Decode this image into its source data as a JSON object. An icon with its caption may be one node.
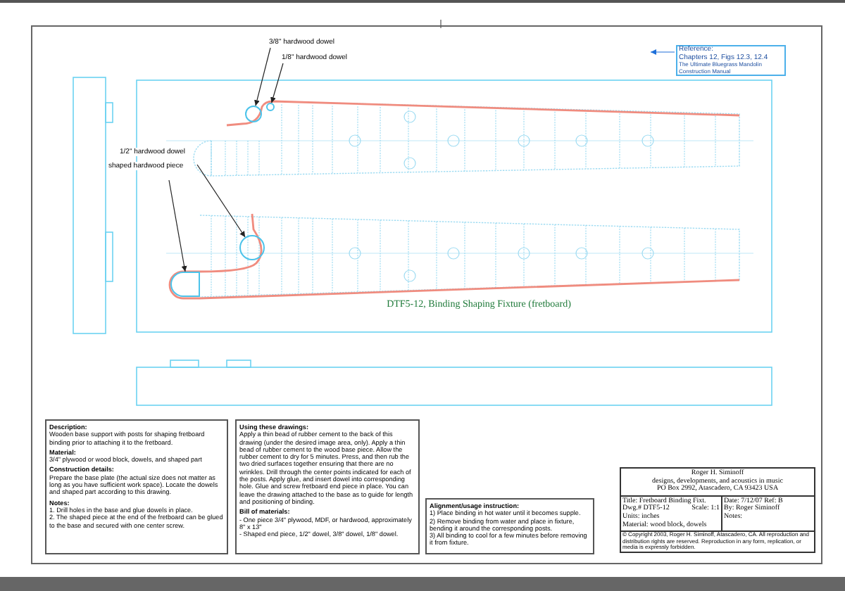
{
  "diagram": {
    "nodes": [
      {
        "text": [
          "3/8\" hardwood dowel"
        ]
      },
      {
        "text": [
          "1/8\" hardwood dowel"
        ]
      },
      {
        "text": [
          "1/2\" hardwood dowel"
        ]
      },
      {
        "text": [
          "shaped hardwood piece"
        ]
      },
      {
        "text": [],
        "shape": "circle"
      },
      {
        "text": [],
        "shape": "circle"
      },
      {
        "text": [],
        "shape": "circle"
      },
      {
        "text": [],
        "shape": "box"
      },
      {
        "text": [
          "Reference:",
          "Chapters 12, Figs 12.3, 12.4",
          "The Ultimate Bluegrass Mandolin Construction Manual"
        ]
      },
      {
        "text": [
          "Description:",
          "Wooden base support with posts for shaping fretboard binding prior to attaching it to the fretboard.",
          "Material:",
          "3/4\" plywood or wood block, dowels, and shaped part",
          "Construction details:",
          "Prepare the base plate (the actual size does not matter as long as you have sufficient work space). Locate the dowels and shaped part according to this drawing.",
          "Notes:",
          "1. Drill holes in the base and glue dowels in place.",
          "2. The shaped piece at the end of the fretboard can be glued to the base and secured with one center screw."
        ]
      },
      {
        "text": [
          "Using these drawings:",
          "Apply a thin bead of rubber cement to the back of this drawing (under the desired image area, only). Apply a thin bead of rubber cement to the wood base piece. Allow the rubber cement to dry for 5 minutes. Press, and then rub the two dried surfaces together ensuring that there are no wrinkles. Drill through the center points indicated for each of the posts. Apply glue, and insert dowel into corresponding hole. Glue and screw fretboard end piece in place. You can leave the drawing attached to the base as to guide for length and positioning of binding.",
          "Bill of materials:",
          "- One piece 3/4\" plywood, MDF, or hardwood, approximately 8\" x 13\"",
          "- Shaped end piece, 1/2\" dowel, 3/8\" dowel, 1/8\" dowel."
        ]
      },
      {
        "text": [
          "Alignment/usage instruction:",
          "1) Place binding in hot water until it becomes supple.",
          "2) Remove binding from water and place in fixture, bending it around the corresponding posts.",
          "3) All binding to cool for a few minutes before removing it from fixture."
        ]
      },
      {
        "text": [
          "Roger H. Siminoff",
          "designs, developments, and acoustics in music",
          "PO Box 2992, Atascadero, CA 93423  USA",
          "Title: Fretboard Binding Fixt.",
          "Dwg.# DTF5-12",
          "Scale: 1:1",
          "Units: inches",
          "Material: wood block, dowels",
          "Date: 7/12/07  Ref: B",
          "By: Roger Siminoff",
          "Notes:",
          "© Copyright 2003, Roger H. Siminoff, Atascadero, CA. All reproduction and distribution rights are reserved. Reproduction in any form, replication, or media is expressly forbidden."
        ]
      }
    ],
    "edges": [
      {
        "from": 0,
        "to": 4,
        "arrow": "to"
      },
      {
        "from": 1,
        "to": 5,
        "arrow": "to"
      },
      {
        "from": 2,
        "to": 6,
        "arrow": "to"
      },
      {
        "from": 3,
        "to": 7,
        "arrow": "to"
      },
      {
        "from": 8,
        "to": null,
        "arrow": "to",
        "color": "#1e6fd9"
      }
    ],
    "labels": [
      "DTF5-12, Binding Shaping Fixture (fretboard)"
    ]
  }
}
